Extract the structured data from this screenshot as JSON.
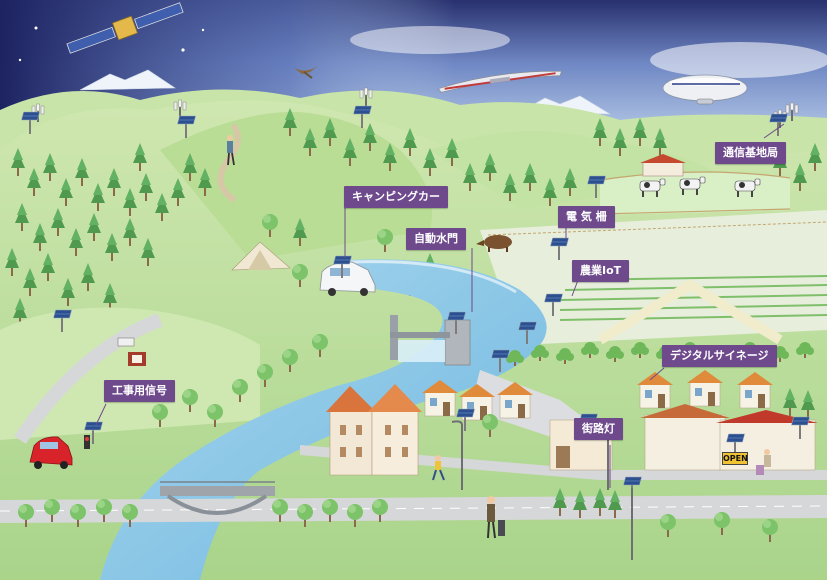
{
  "colors": {
    "callout_bg": "#6e4a8c",
    "callout_text": "#ffffff",
    "sky_top": "#2a2c6e",
    "sky_bottom": "#d9eef9",
    "river": "#9fd0ea",
    "grass": "#bfe0a0",
    "road": "#d3d4d6"
  },
  "labels": {
    "camping_car": "キャンピングカー",
    "auto_gate": "自動水門",
    "electric_fence": "電 気 柵",
    "agri_iot": "農業IoT",
    "base_station": "通信基地局",
    "digital_signage": "デジタルサイネージ",
    "street_light": "街路灯",
    "construction_signal": "工事用信号"
  },
  "shop_sign": "OPEN",
  "icons": {
    "satellite": "satellite-icon",
    "airship": "airship-icon",
    "solar_plane": "solar-plane-icon",
    "drone": "drone-icon",
    "antenna": "antenna-icon",
    "solar_panel": "solar-panel-icon",
    "car": "car-icon",
    "tent": "tent-icon",
    "cow": "cow-icon",
    "boar": "boar-icon",
    "person": "person-icon",
    "bridge": "bridge-icon"
  }
}
